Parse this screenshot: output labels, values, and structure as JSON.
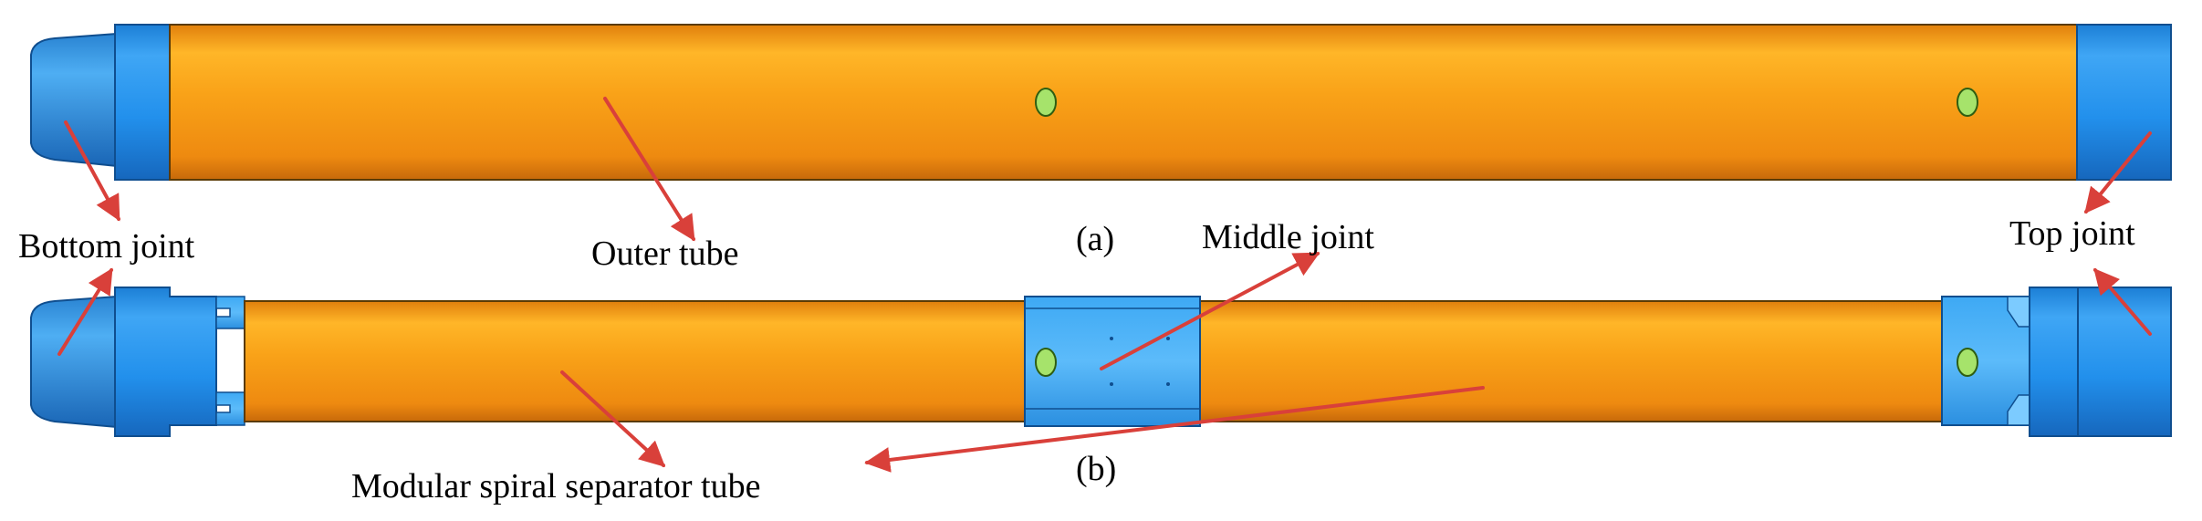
{
  "labels": {
    "bottom_joint": "Bottom joint",
    "outer_tube": "Outer tube",
    "panel_a": "(a)",
    "middle_joint": "Middle joint",
    "top_joint": "Top joint",
    "modular_tube": "Modular spiral separator tube",
    "panel_b": "(b)"
  },
  "colors": {
    "tube_orange": "#F79A12",
    "joint_blue": "#1E88E5",
    "hole_green": "#A6E36B",
    "arrow_red": "#D9403A"
  }
}
